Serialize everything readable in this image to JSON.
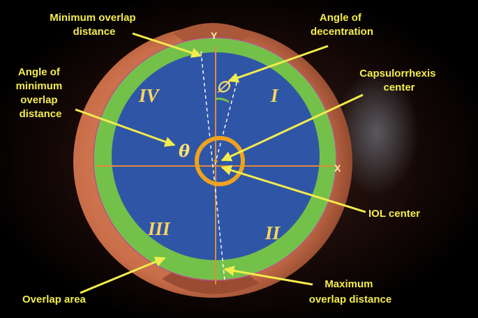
{
  "labels": {
    "min_overlap_distance": [
      "Minimum overlap",
      "distance"
    ],
    "angle_of_decentration": [
      "Angle of",
      "decentration"
    ],
    "angle_of_min_overlap_distance": [
      "Angle of",
      "minimum",
      "overlap",
      "distance"
    ],
    "capsulorrhexis_center": [
      "Capsulorrhexis",
      "center"
    ],
    "iol_center": "IOL center",
    "overlap_area": "Overlap area",
    "max_overlap_distance": [
      "Maximum",
      "overlap distance"
    ]
  },
  "axes": {
    "x": "X",
    "y": "Y"
  },
  "quadrants": {
    "q1": "I",
    "q2": "II",
    "q3": "III",
    "q4": "IV"
  },
  "symbols": {
    "theta": "θ",
    "phi": "∅"
  },
  "colors": {
    "optic_blue": "#2f56a6",
    "overlap_green": "#74c14a",
    "axis_orange": "#e08a3a",
    "ring_orange": "#f0a21e",
    "label_yellow": "#f3ec4e"
  }
}
